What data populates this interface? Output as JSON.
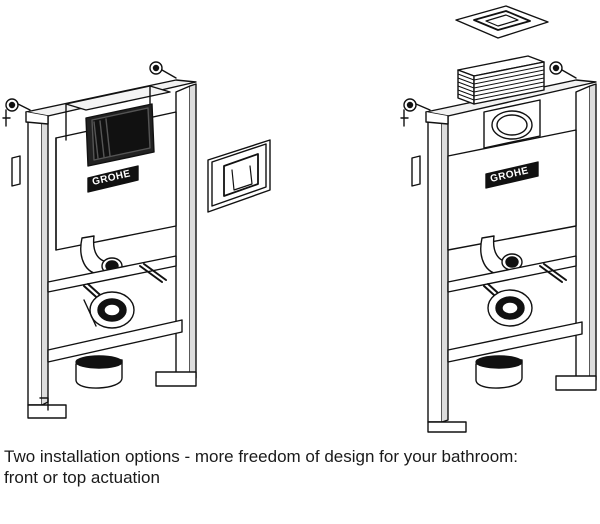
{
  "figure": {
    "left_unit": {
      "brand": "GROHE"
    },
    "right_unit": {
      "brand": "GROHE"
    }
  },
  "caption": {
    "line1": "Two installation options - more freedom of design for your bathroom:",
    "line2": "front or top actuation"
  }
}
